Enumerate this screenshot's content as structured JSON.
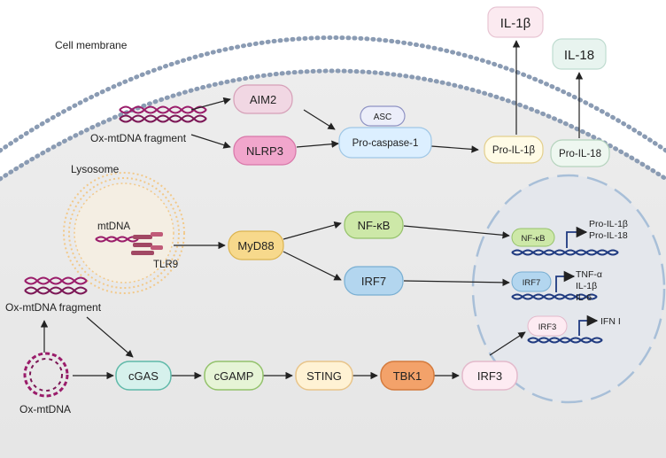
{
  "labels": {
    "cell_membrane": "Cell membrane",
    "lysosome": "Lysosome",
    "mtdna": "mtDNA",
    "tlr9": "TLR9",
    "ox_fragment_top": "Ox-mtDNA fragment",
    "ox_fragment_left": "Ox-mtDNA fragment",
    "ox_mtdna": "Ox-mtDNA"
  },
  "nodes": {
    "il1b_out": "IL-1β",
    "il18_out": "IL-18",
    "aim2": "AIM2",
    "nlrp3": "NLRP3",
    "asc": "ASC",
    "pro_caspase1": "Pro-caspase-1",
    "pro_il1b": "Pro-IL-1β",
    "pro_il18": "Pro-IL-18",
    "nfkb": "NF-κB",
    "myd88": "MyD88",
    "irf7": "IRF7",
    "cgas": "cGAS",
    "cgamp": "cGAMP",
    "sting": "STING",
    "tbk1": "TBK1",
    "irf3": "IRF3"
  },
  "nucleus": {
    "nfkb": "NF-κB",
    "irf7": "IRF7",
    "irf3": "IRF3",
    "nfkb_genes": [
      "Pro-IL-1β",
      "Pro-IL-18"
    ],
    "irf7_genes": [
      "TNF-α",
      "IL-1β",
      "IL-6"
    ],
    "irf3_genes": [
      "IFN I"
    ]
  },
  "colors": {
    "membrane": "#8a9bb3",
    "cytoplasm": "#e9e9e9",
    "nucleus_border": "#a8bfd8",
    "lysosome": "#f2c98a",
    "dna_magenta": "#9a1c6a",
    "dna_blue": "#1f3a80",
    "arrow": "#222222"
  }
}
